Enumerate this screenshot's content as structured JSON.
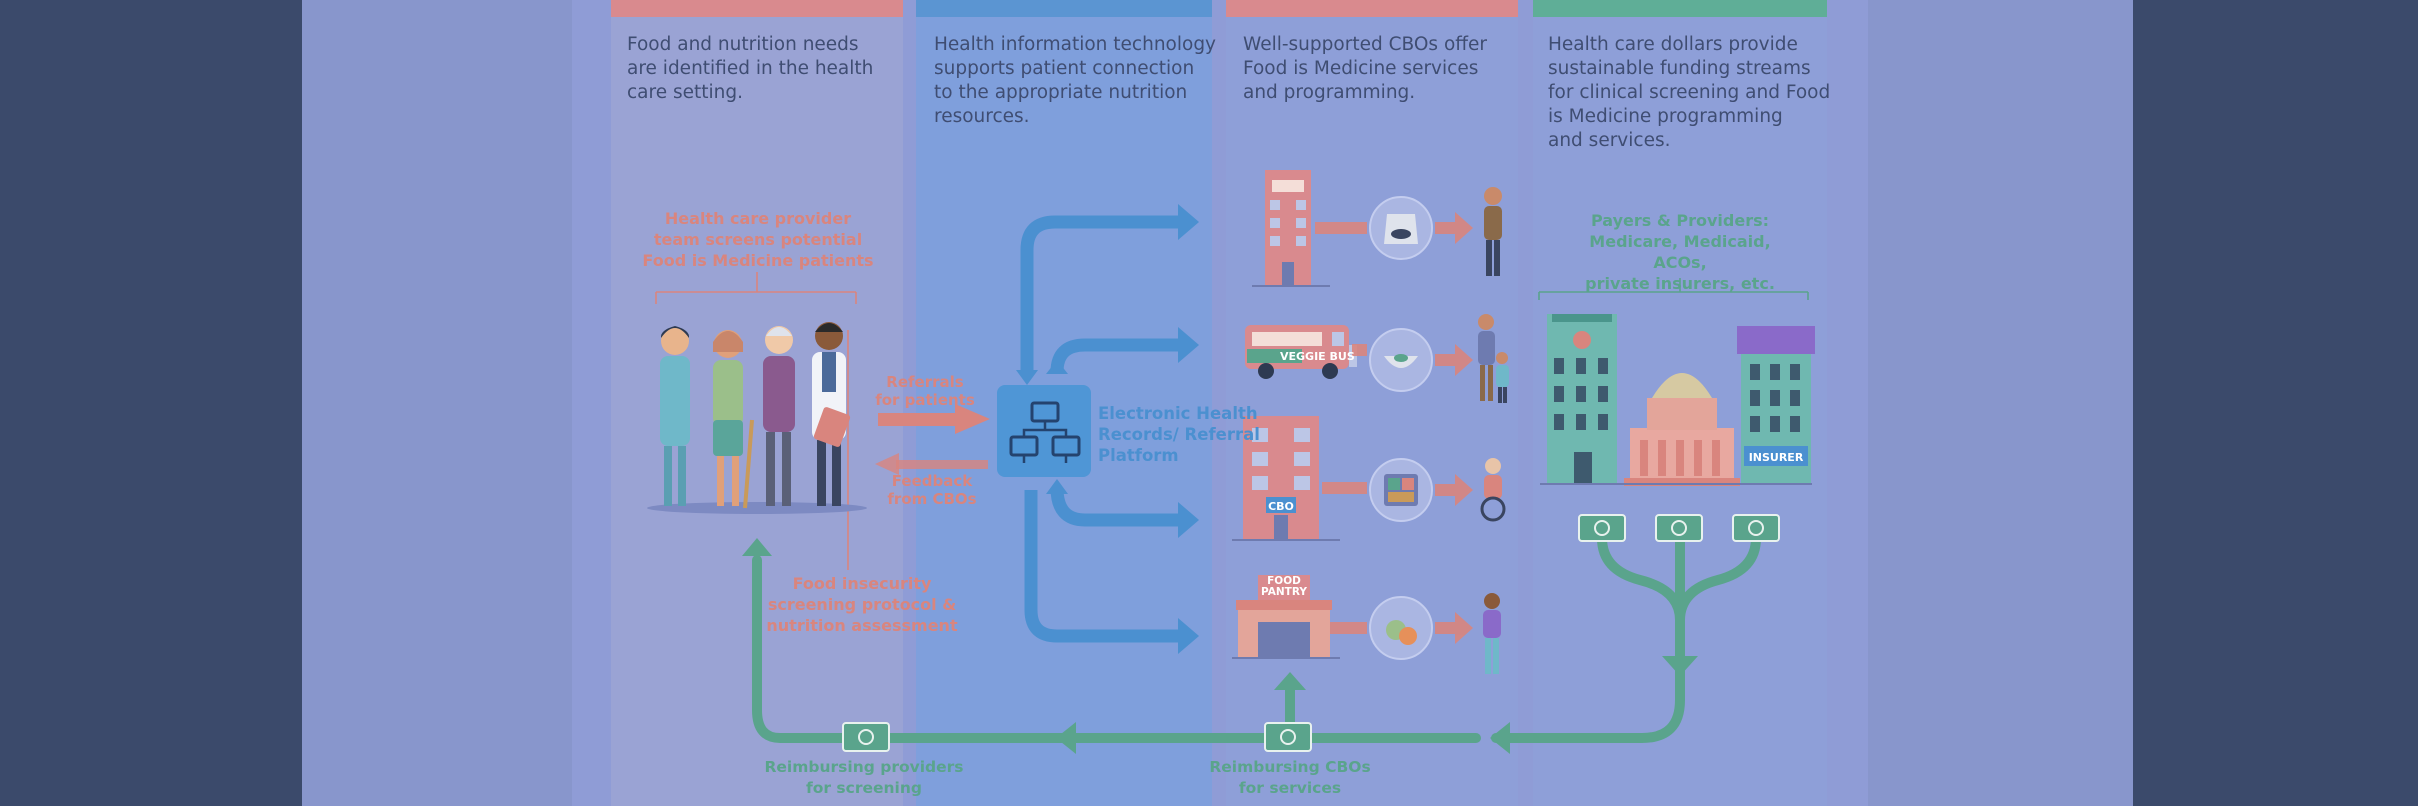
{
  "columns": [
    {
      "id": "screening",
      "header_color": "#d98a8e",
      "bg_color": "#9aa3d4",
      "description": "Food and nutrition needs\nare identified in the health\ncare setting."
    },
    {
      "id": "referral",
      "header_color": "#5b95d2",
      "bg_color": "#7f9fdc",
      "description": "Health information technology\nsupports patient connection\nto the appropriate nutrition\nresources."
    },
    {
      "id": "services",
      "header_color": "#d98a8e",
      "bg_color": "#8e9fd8",
      "description": "Well-supported CBOs offer\nFood is Medicine services\nand programming."
    },
    {
      "id": "funding",
      "header_color": "#5fae97",
      "bg_color": "#8e9fd8",
      "description": "Health care dollars provide\nsustainable funding streams\nfor clinical screening and Food\nis Medicine programming\nand services."
    }
  ],
  "labels": {
    "provider_team": "Health care provider\nteam screens potential\nFood is Medicine patients",
    "screening_protocol": "Food insecurity\nscreening protocol &\nnutrition assessment",
    "referrals": "Referrals\nfor patients",
    "feedback": "Feedback\nfrom CBOs",
    "ehr": "Electronic Health\nRecords/ Referral\nPlatform",
    "payers": "Payers & Providers:\nMedicare, Medicaid, ACOs,\nprivate insurers, etc.",
    "reimburse_providers": "Reimbursing providers\nfor screening",
    "reimburse_cbos": "Reimbursing CBOs\nfor services"
  },
  "building_signs": {
    "veggie_bus": "VEGGIE BUS",
    "cbo": "CBO",
    "food_pantry": "FOOD\nPANTRY",
    "insurer": "INSURER"
  },
  "icons": [
    "hospital-icon",
    "food-bag-icon",
    "person-icon",
    "veggie-bus-icon",
    "meal-bowl-icon",
    "family-icon",
    "cbo-building-icon",
    "meal-tray-icon",
    "wheelchair-person-icon",
    "food-pantry-icon",
    "produce-icon",
    "child-icon",
    "capitol-icon",
    "insurer-building-icon",
    "dollar-bill-icon",
    "computer-network-icon"
  ],
  "colors": {
    "page_bg": "#3b4a6b",
    "outer_panel": "#8896cc",
    "red_accent": "#d9857e",
    "green_accent": "#5aa48c",
    "blue_accent": "#4b90d0",
    "text": "#3f4d72"
  }
}
